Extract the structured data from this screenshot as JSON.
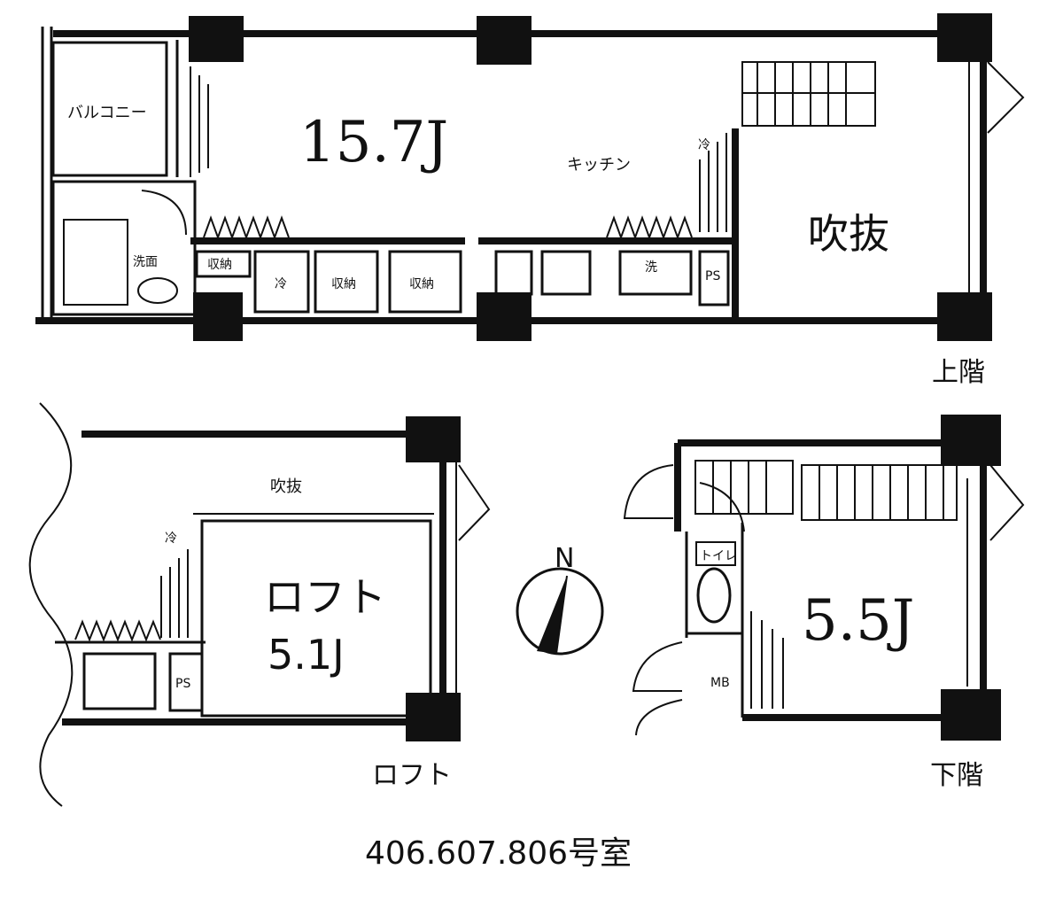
{
  "upper_floor": {
    "balcony": "バルコニー",
    "living_area": "15.7J",
    "kitchen": "キッチン",
    "void": "吹抜",
    "washroom": "洗面",
    "storage_1": "収納",
    "storage_2": "収納",
    "storage_3": "収納",
    "refrigerator": "冷",
    "washer": "洗",
    "ps": "PS",
    "fridge_symbol": "冷",
    "label": "上階"
  },
  "loft_floor": {
    "void": "吹抜",
    "loft_name": "ロフト",
    "loft_area": "5.1J",
    "ps": "PS",
    "fridge_symbol": "冷",
    "label": "ロフト"
  },
  "lower_floor": {
    "toilet": "トイレ",
    "mb": "MB",
    "area": "5.5J",
    "label": "下階"
  },
  "compass": {
    "north": "N"
  },
  "unit_numbers": "406.607.806号室"
}
